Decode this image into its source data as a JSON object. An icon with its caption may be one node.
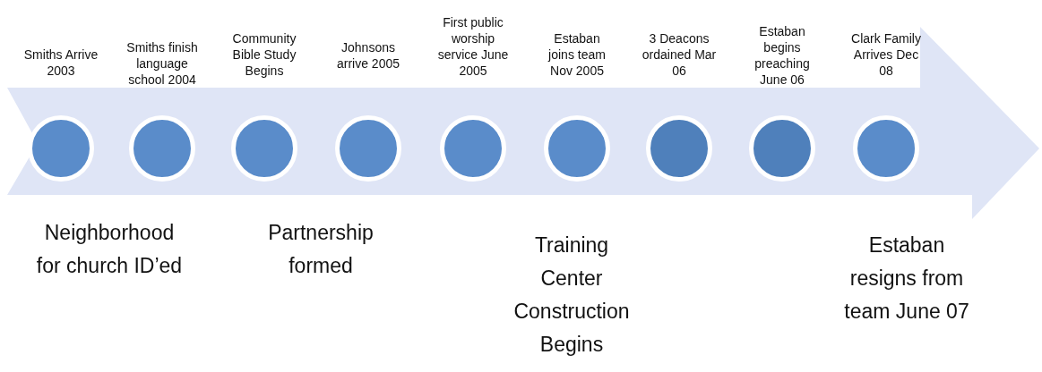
{
  "diagram": {
    "nodes": [
      {
        "text": [
          "Smiths Arrive 2003"
        ]
      },
      {
        "text": [
          "Smiths finish language school 2004"
        ]
      },
      {
        "text": [
          "Community Bible Study Begins"
        ]
      },
      {
        "text": [
          "Johnsons arrive 2005"
        ]
      },
      {
        "text": [
          "First public worship service June 2005"
        ]
      },
      {
        "text": [
          "Estaban joins team Nov 2005"
        ]
      },
      {
        "text": [
          "3 Deacons ordained Mar 06"
        ]
      },
      {
        "text": [
          "Estaban begins preaching June 06"
        ]
      },
      {
        "text": [
          "Clark Family Arrives Dec 08"
        ]
      }
    ],
    "labels": [
      "Neighborhood for church ID’ed",
      "Partnership formed",
      "Training Center Construction Begins",
      "Estaban resigns from team June 07"
    ]
  }
}
